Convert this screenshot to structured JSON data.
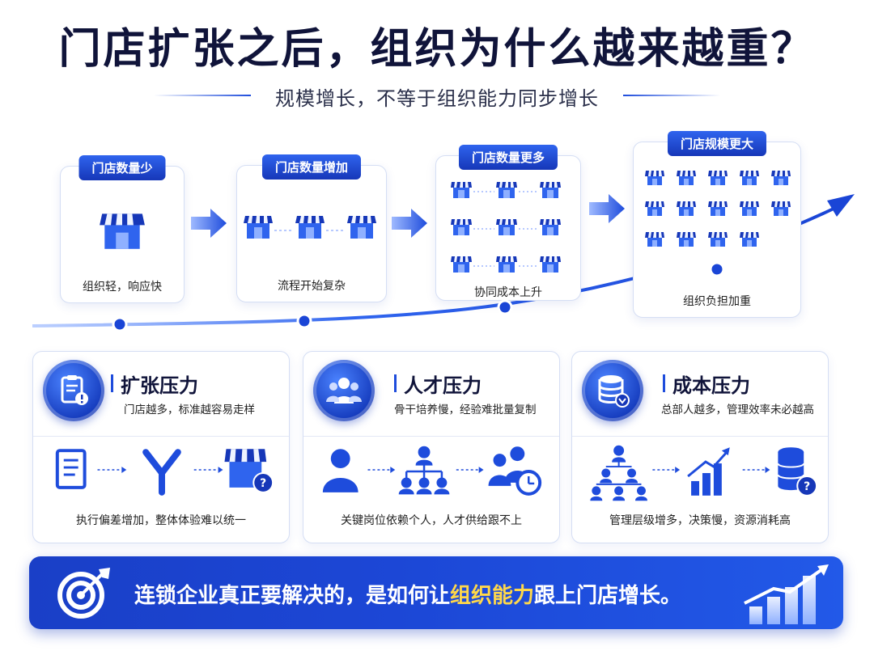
{
  "title": "门店扩张之后，组织为什么越来越重？",
  "subtitle": "规模增长，不等于组织能力同步增长",
  "stages": [
    {
      "label": "门店数量少",
      "caption": "组织轻，响应快"
    },
    {
      "label": "门店数量增加",
      "caption": "流程开始复杂"
    },
    {
      "label": "门店数量更多",
      "caption": "协同成本上升"
    },
    {
      "label": "门店规模更大",
      "caption": "组织负担加重"
    }
  ],
  "pressures": [
    {
      "title": "扩张压力",
      "desc": "门店越多，标准越容易走样",
      "foot": "执行偏差增加，整体体验难以统一",
      "badge_icon": "clipboard-alert-icon"
    },
    {
      "title": "人才压力",
      "desc": "骨干培养慢，经验难批量复制",
      "foot": "关键岗位依赖个人，人才供给跟不上",
      "badge_icon": "team-icon"
    },
    {
      "title": "成本压力",
      "desc": "总部人越多，管理效率未必越高",
      "foot": "管理层级增多，决策慢，资源消耗高",
      "badge_icon": "database-down-icon"
    }
  ],
  "banner": {
    "prefix": "连锁企业真正要解决的，是如何让",
    "highlight": "组织能力",
    "suffix": "跟上门店增长。"
  },
  "colors": {
    "primary": "#1e4cdc",
    "dark": "#10143a",
    "highlight": "#ffd84a"
  }
}
